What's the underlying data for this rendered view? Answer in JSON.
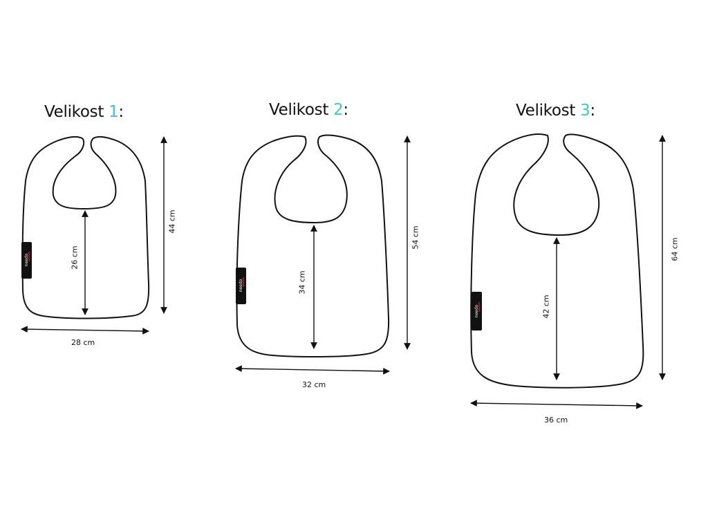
{
  "sizes": [
    {
      "title_prefix": "Velikost ",
      "number": "1",
      "title_suffix": ":",
      "height_label": "44 cm",
      "inner_label": "26 cm",
      "width_label": "28 cm",
      "tag_label": "needo"
    },
    {
      "title_prefix": "Velikost ",
      "number": "2",
      "title_suffix": ":",
      "height_label": "54 cm",
      "inner_label": "34 cm",
      "width_label": "32 cm",
      "tag_label": "needo"
    },
    {
      "title_prefix": "Velikost ",
      "number": "3",
      "title_suffix": ":",
      "height_label": "64 cm",
      "inner_label": "42 cm",
      "width_label": "36 cm",
      "tag_label": "needo"
    }
  ],
  "colors": {
    "accent": "#3cc7cc",
    "outline": "#111111",
    "tag": "#111111",
    "tag_stripe": "#d9262e"
  }
}
